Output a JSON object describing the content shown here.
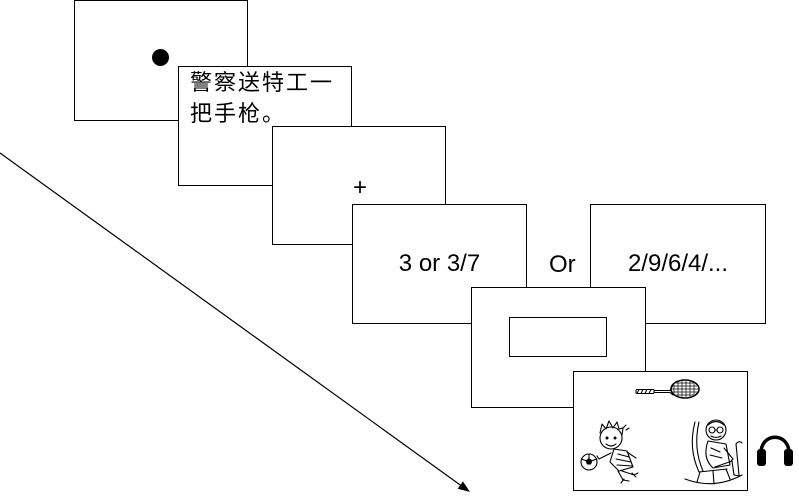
{
  "trial_sequence": {
    "frame_2": {
      "line_1": "警察送特工一",
      "line_2": "把手枪。"
    },
    "frame_3": {
      "symbol": "+"
    },
    "frame_4": {
      "text": "3 or 3/7"
    },
    "connector": {
      "text": "Or"
    },
    "frame_5": {
      "text": "2/9/6/4/..."
    }
  },
  "icons": {
    "fixation_dot": "dot-icon",
    "pictures": [
      "tennis-racket-icon",
      "boy-with-soccer-ball-icon",
      "old-man-rocking-chair-icon"
    ],
    "audio": "headphones-icon",
    "timeline": "arrow-icon"
  },
  "colors": {
    "stroke": "#000000",
    "background": "#ffffff"
  }
}
